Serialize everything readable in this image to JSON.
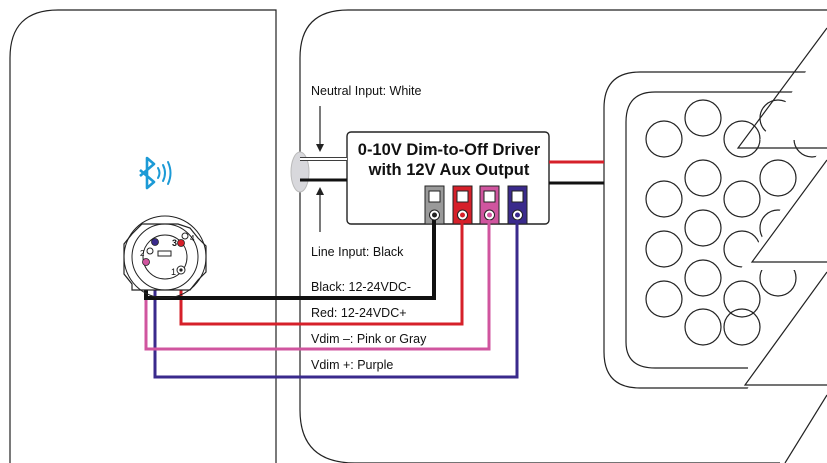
{
  "driver": {
    "title_line1": "0-10V Dim-to-Off Driver",
    "title_line2": "with 12V Aux Output"
  },
  "labels": {
    "neutral_input": "Neutral Input: White",
    "line_input": "Line Input: Black",
    "black_wire": "Black: 12-24VDC-",
    "red_wire": "Red: 12-24VDC+",
    "vdim_minus": "Vdim –: Pink or Gray",
    "vdim_plus": "Vdim +: Purple"
  },
  "connector": {
    "pin_numbers": [
      "3",
      "1",
      "2",
      "4"
    ]
  },
  "icons": {
    "bluetooth": "bluetooth-icon",
    "signal": "signal-waves-icon"
  },
  "colors": {
    "black_wire": "#111111",
    "red_wire": "#d6202a",
    "pink_wire": "#d0559f",
    "purple_wire": "#3a2a8c",
    "gray_terminal": "#9a9a9a",
    "bluetooth_blue": "#1c9ad6",
    "outline": "#222222"
  }
}
